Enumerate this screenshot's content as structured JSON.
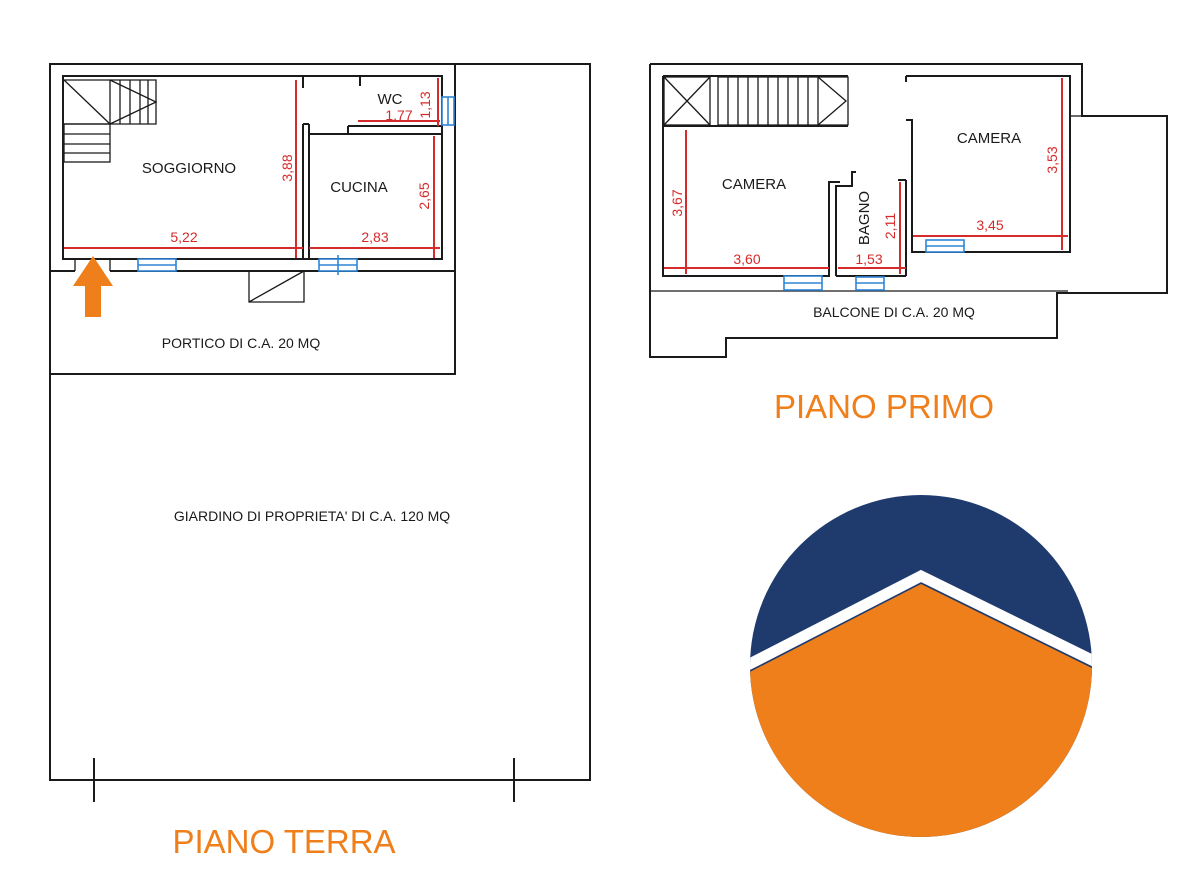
{
  "colors": {
    "walls": "#1a1a1a",
    "dimensions": "#d62b2b",
    "windows": "#2f86d6",
    "titles": "#ef7f1a",
    "logo_top": "#1f3b6e",
    "logo_bottom": "#ef7f1a",
    "entrance_arrow": "#ef7f1a"
  },
  "ground_floor": {
    "title": "PIANO TERRA",
    "rooms": {
      "living": "SOGGIORNO",
      "kitchen": "CUCINA",
      "wc": "WC"
    },
    "porch": "PORTICO DI C.A. 20 MQ",
    "garden": "GIARDINO DI PROPRIETA' DI C.A. 120 MQ",
    "dimensions": {
      "living_width": "5,22",
      "living_depth": "3,88",
      "kitchen_width": "2,83",
      "kitchen_depth": "2,65",
      "wc_width": "1,77",
      "wc_depth": "1,13"
    }
  },
  "first_floor": {
    "title": "PIANO PRIMO",
    "rooms": {
      "bedroom_left": "CAMERA",
      "bedroom_right": "CAMERA",
      "bathroom": "BAGNO"
    },
    "balcony": "BALCONE DI C.A. 20 MQ",
    "dimensions": {
      "bedroom_left_width": "3,60",
      "bedroom_left_depth": "3,67",
      "bathroom_width": "1,53",
      "bathroom_depth": "2,11",
      "bedroom_right_width": "3,45",
      "bedroom_right_depth": "3,53"
    }
  },
  "logo": {
    "icon": "agency-logo-icon"
  }
}
